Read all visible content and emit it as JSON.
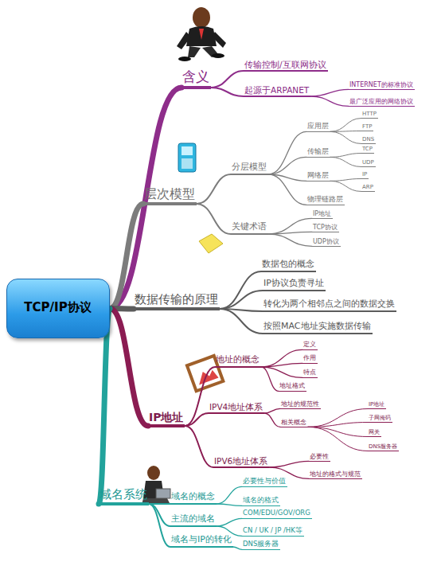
{
  "diagram": {
    "nodes": [
      {
        "text": [
          "TCP/IP协议"
        ]
      },
      {
        "text": [
          "含义"
        ]
      },
      {
        "text": [
          "传输控制/互联网协议"
        ]
      },
      {
        "text": [
          "起源于ARPANET"
        ]
      },
      {
        "text": [
          "INTERNET的标准协议"
        ]
      },
      {
        "text": [
          "最广泛应用的网络协议"
        ]
      },
      {
        "text": [
          "层次模型"
        ]
      },
      {
        "text": [
          "分层模型"
        ]
      },
      {
        "text": [
          "应用层"
        ]
      },
      {
        "text": [
          "HTTP"
        ]
      },
      {
        "text": [
          "FTP"
        ]
      },
      {
        "text": [
          "DNS"
        ]
      },
      {
        "text": [
          "传输层"
        ]
      },
      {
        "text": [
          "TCP"
        ]
      },
      {
        "text": [
          "UDP"
        ]
      },
      {
        "text": [
          "网络层"
        ]
      },
      {
        "text": [
          "IP"
        ]
      },
      {
        "text": [
          "ARP"
        ]
      },
      {
        "text": [
          "物理链路层"
        ]
      },
      {
        "text": [
          "关键术语"
        ]
      },
      {
        "text": [
          "IP地址"
        ]
      },
      {
        "text": [
          "TCP协议"
        ]
      },
      {
        "text": [
          "UDP协议"
        ]
      },
      {
        "text": [
          "数据传输的原理"
        ]
      },
      {
        "text": [
          "数据包的概念"
        ]
      },
      {
        "text": [
          "IP协议负责寻址"
        ]
      },
      {
        "text": [
          "转化为两个相邻点之间的数据交换"
        ]
      },
      {
        "text": [
          "按照MAC地址实施数据传输"
        ]
      },
      {
        "text": [
          "IP地址"
        ]
      },
      {
        "text": [
          "地址的概念"
        ]
      },
      {
        "text": [
          "定义"
        ]
      },
      {
        "text": [
          "作用"
        ]
      },
      {
        "text": [
          "特点"
        ]
      },
      {
        "text": [
          "地址格式"
        ]
      },
      {
        "text": [
          "IPV4地址体系"
        ]
      },
      {
        "text": [
          "地址的规范性"
        ]
      },
      {
        "text": [
          "相关概念"
        ]
      },
      {
        "text": [
          "IP地址"
        ]
      },
      {
        "text": [
          "子网掩码"
        ]
      },
      {
        "text": [
          "网关"
        ]
      },
      {
        "text": [
          "DNS服务器"
        ]
      },
      {
        "text": [
          "IPV6地址体系"
        ]
      },
      {
        "text": [
          "必要性"
        ]
      },
      {
        "text": [
          "地址的格式与规范"
        ]
      },
      {
        "text": [
          "域名系统"
        ]
      },
      {
        "text": [
          "域名的概念"
        ]
      },
      {
        "text": [
          "必要性与价值"
        ]
      },
      {
        "text": [
          "域名的格式"
        ]
      },
      {
        "text": [
          "主流的域名"
        ]
      },
      {
        "text": [
          "COM/EDU/GOV/ORG"
        ]
      },
      {
        "text": [
          "CN / UK / JP /HK等"
        ]
      },
      {
        "text": [
          "域名与IP的转化"
        ]
      },
      {
        "text": [
          "DNS服务器"
        ]
      }
    ],
    "edges": [
      {
        "from": 0,
        "to": 1,
        "arrow": "none"
      },
      {
        "from": 1,
        "to": 2,
        "arrow": "none"
      },
      {
        "from": 1,
        "to": 3,
        "arrow": "none"
      },
      {
        "from": 3,
        "to": 4,
        "arrow": "none"
      },
      {
        "from": 3,
        "to": 5,
        "arrow": "none"
      },
      {
        "from": 0,
        "to": 6,
        "arrow": "none"
      },
      {
        "from": 6,
        "to": 7,
        "arrow": "none"
      },
      {
        "from": 7,
        "to": 8,
        "arrow": "none"
      },
      {
        "from": 8,
        "to": 9,
        "arrow": "none"
      },
      {
        "from": 8,
        "to": 10,
        "arrow": "none"
      },
      {
        "from": 8,
        "to": 11,
        "arrow": "none"
      },
      {
        "from": 7,
        "to": 12,
        "arrow": "none"
      },
      {
        "from": 12,
        "to": 13,
        "arrow": "none"
      },
      {
        "from": 12,
        "to": 14,
        "arrow": "none"
      },
      {
        "from": 7,
        "to": 15,
        "arrow": "none"
      },
      {
        "from": 15,
        "to": 16,
        "arrow": "none"
      },
      {
        "from": 15,
        "to": 17,
        "arrow": "none"
      },
      {
        "from": 7,
        "to": 18,
        "arrow": "none"
      },
      {
        "from": 6,
        "to": 19,
        "arrow": "none"
      },
      {
        "from": 19,
        "to": 20,
        "arrow": "none"
      },
      {
        "from": 19,
        "to": 21,
        "arrow": "none"
      },
      {
        "from": 19,
        "to": 22,
        "arrow": "none"
      },
      {
        "from": 0,
        "to": 23,
        "arrow": "none"
      },
      {
        "from": 23,
        "to": 24,
        "arrow": "none"
      },
      {
        "from": 23,
        "to": 25,
        "arrow": "none"
      },
      {
        "from": 23,
        "to": 26,
        "arrow": "none"
      },
      {
        "from": 23,
        "to": 27,
        "arrow": "none"
      },
      {
        "from": 0,
        "to": 28,
        "arrow": "none"
      },
      {
        "from": 28,
        "to": 29,
        "arrow": "none"
      },
      {
        "from": 29,
        "to": 30,
        "arrow": "none"
      },
      {
        "from": 29,
        "to": 31,
        "arrow": "none"
      },
      {
        "from": 29,
        "to": 32,
        "arrow": "none"
      },
      {
        "from": 29,
        "to": 33,
        "arrow": "none"
      },
      {
        "from": 28,
        "to": 34,
        "arrow": "none"
      },
      {
        "from": 34,
        "to": 35,
        "arrow": "none"
      },
      {
        "from": 34,
        "to": 36,
        "arrow": "none"
      },
      {
        "from": 36,
        "to": 37,
        "arrow": "none"
      },
      {
        "from": 36,
        "to": 38,
        "arrow": "none"
      },
      {
        "from": 36,
        "to": 39,
        "arrow": "none"
      },
      {
        "from": 36,
        "to": 40,
        "arrow": "none"
      },
      {
        "from": 28,
        "to": 41,
        "arrow": "none"
      },
      {
        "from": 41,
        "to": 42,
        "arrow": "none"
      },
      {
        "from": 41,
        "to": 43,
        "arrow": "none"
      },
      {
        "from": 0,
        "to": 44,
        "arrow": "none"
      },
      {
        "from": 44,
        "to": 45,
        "arrow": "none"
      },
      {
        "from": 45,
        "to": 46,
        "arrow": "none"
      },
      {
        "from": 45,
        "to": 47,
        "arrow": "none"
      },
      {
        "from": 44,
        "to": 48,
        "arrow": "none"
      },
      {
        "from": 48,
        "to": 49,
        "arrow": "none"
      },
      {
        "from": 48,
        "to": 50,
        "arrow": "none"
      },
      {
        "from": 44,
        "to": 51,
        "arrow": "none"
      },
      {
        "from": 51,
        "to": 52,
        "arrow": "none"
      }
    ]
  }
}
